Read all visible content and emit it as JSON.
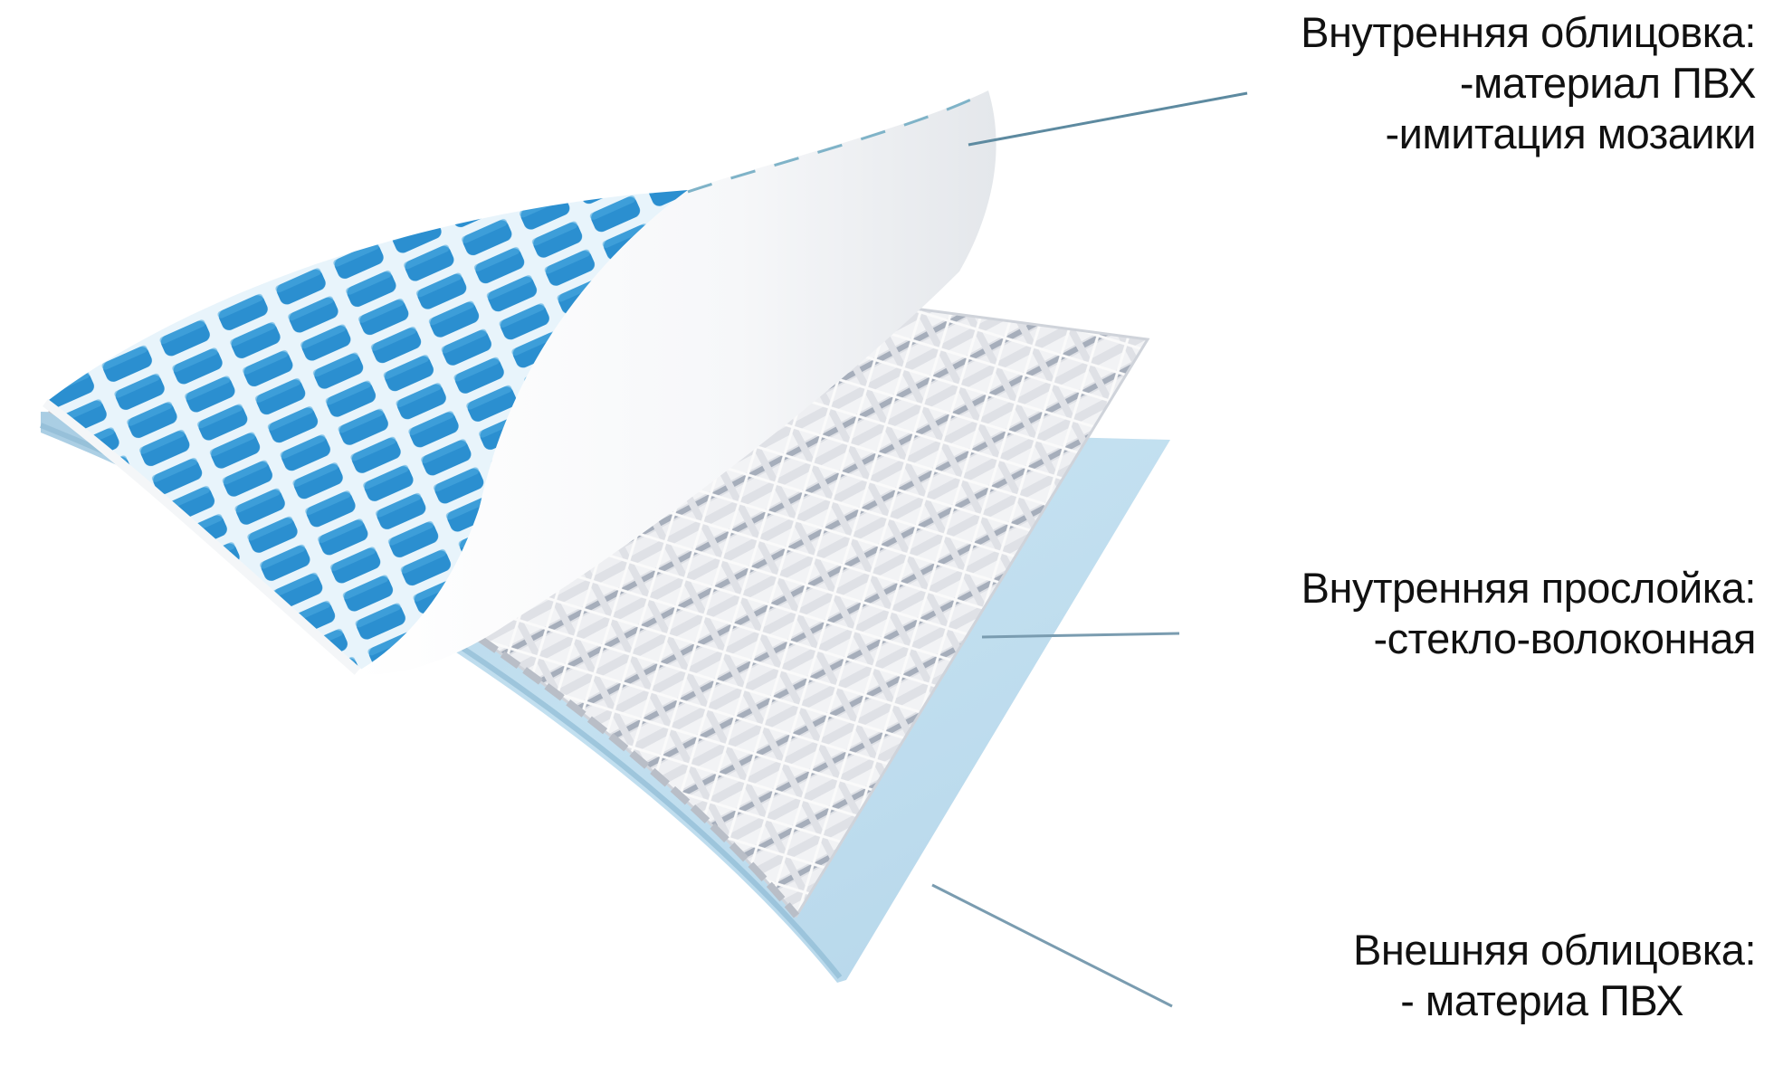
{
  "labels": {
    "inner_lining": {
      "title": "Внутренняя облицовка:",
      "lines": [
        "-материал ПВХ",
        "-имитация мозаики"
      ]
    },
    "inner_layer": {
      "title": "Внутренняя прослойка:",
      "lines": [
        "-стекло-волоконная"
      ]
    },
    "outer_lining": {
      "title": "Внешняя облицовка:",
      "lines": [
        "- материа ПВХ"
      ]
    }
  },
  "colors": {
    "background": "#ffffff",
    "text": "#111111",
    "mosaic_tile": "#2b8fd0",
    "mosaic_grout": "#e8f4fb",
    "top_sheet": "#f7f8fa",
    "mesh": "#e6e6ea",
    "mesh_shadow": "#9ea6b2",
    "base_sheet": "#bcdcee",
    "leader_line": "#5d8aa0"
  }
}
